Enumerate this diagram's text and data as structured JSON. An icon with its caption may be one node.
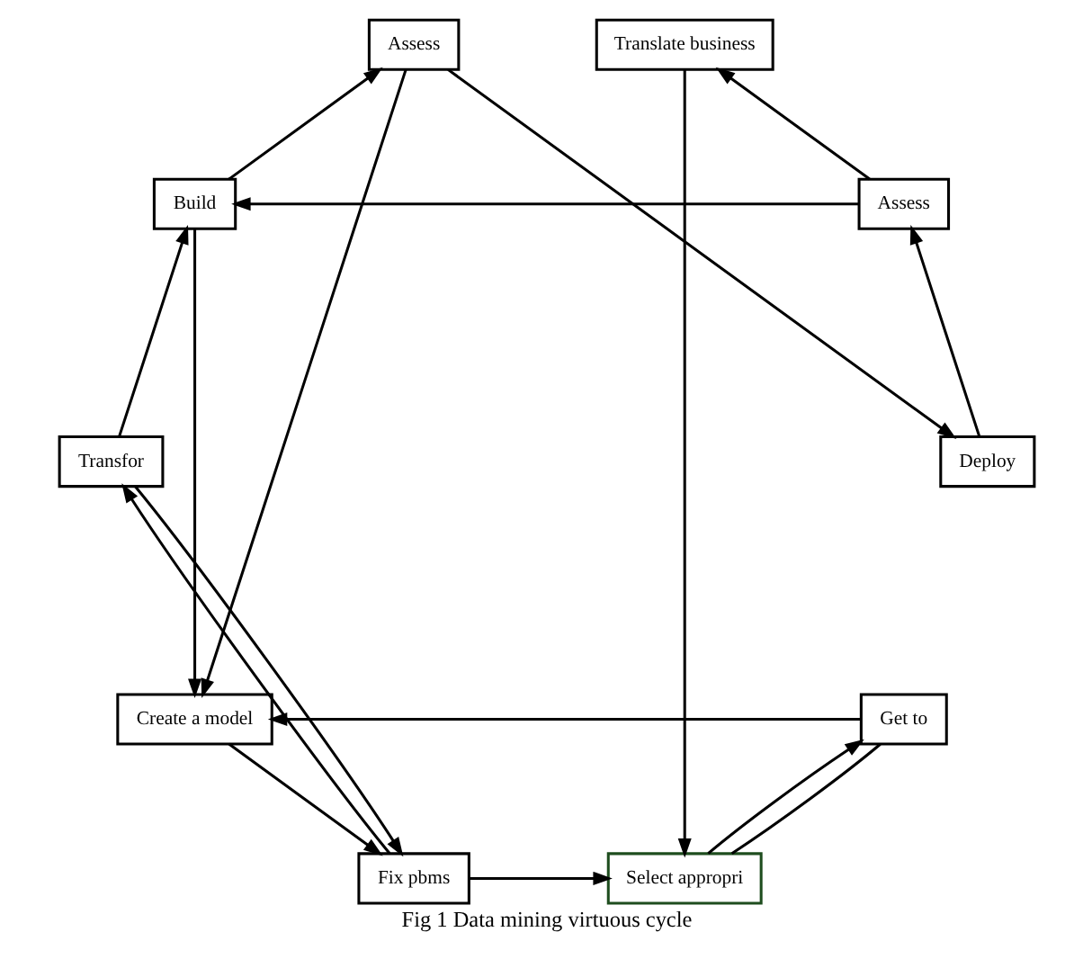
{
  "diagram": {
    "caption": "Fig 1 Data mining virtuous cycle",
    "nodes": [
      {
        "text": [
          "Translate business"
        ]
      },
      {
        "text": [
          "Select appropri"
        ]
      },
      {
        "text": [
          "Assess"
        ]
      },
      {
        "text": [
          "Get to"
        ]
      },
      {
        "text": [
          "Create a model"
        ]
      },
      {
        "text": [
          "Deploy"
        ]
      },
      {
        "text": [
          "Assess"
        ]
      },
      {
        "text": [
          "Fix pbms"
        ]
      },
      {
        "text": [
          "Build"
        ]
      },
      {
        "text": [
          "Transfor"
        ]
      }
    ],
    "edges": [
      {
        "from": 2,
        "to": 0,
        "arrow": "to"
      },
      {
        "from": 0,
        "to": 1,
        "arrow": "to"
      },
      {
        "from": 1,
        "to": 3,
        "arrow": "to"
      },
      {
        "from": 3,
        "to": 1,
        "arrow": "none"
      },
      {
        "from": 3,
        "to": 4,
        "arrow": "to"
      },
      {
        "from": 4,
        "to": 7,
        "arrow": "to"
      },
      {
        "from": 7,
        "to": 9,
        "arrow": "to"
      },
      {
        "from": 9,
        "to": 7,
        "arrow": "to"
      },
      {
        "from": 9,
        "to": 8,
        "arrow": "to"
      },
      {
        "from": 8,
        "to": 6,
        "arrow": "to"
      },
      {
        "from": 6,
        "to": 5,
        "arrow": "to"
      },
      {
        "from": 5,
        "to": 2,
        "arrow": "to"
      },
      {
        "from": 2,
        "to": 8,
        "arrow": "to"
      },
      {
        "from": 6,
        "to": 4,
        "arrow": "to"
      },
      {
        "from": 8,
        "to": 4,
        "arrow": "to"
      },
      {
        "from": 7,
        "to": 1,
        "arrow": "to"
      }
    ]
  }
}
